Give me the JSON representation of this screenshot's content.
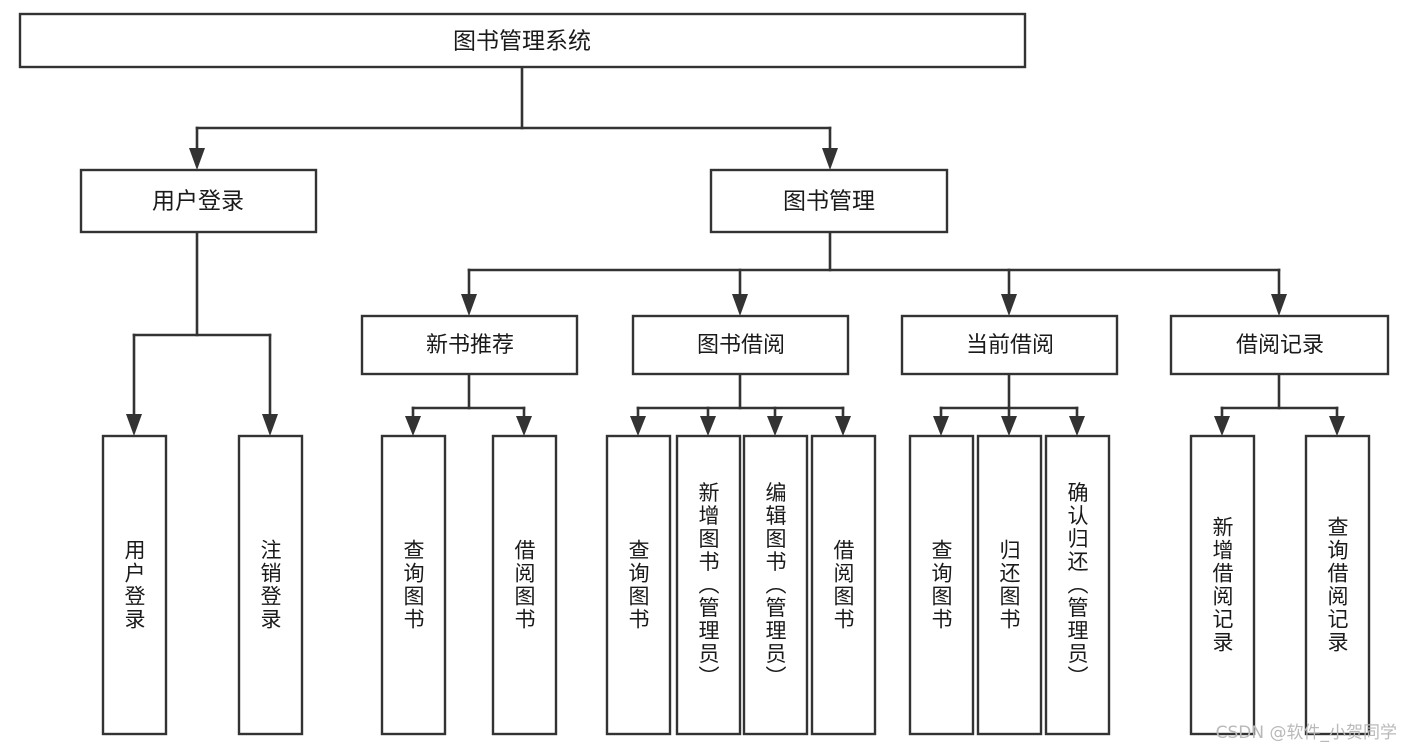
{
  "diagram": {
    "type": "tree",
    "title": "图书管理系统",
    "root": {
      "id": "root",
      "label": "图书管理系统"
    },
    "level2": [
      {
        "id": "user-login",
        "label": "用户登录"
      },
      {
        "id": "book-manage",
        "label": "图书管理"
      }
    ],
    "level3": [
      {
        "id": "new-book-rec",
        "label": "新书推荐",
        "parent": "book-manage"
      },
      {
        "id": "book-borrow",
        "label": "图书借阅",
        "parent": "book-manage"
      },
      {
        "id": "current-borrow",
        "label": "当前借阅",
        "parent": "book-manage"
      },
      {
        "id": "borrow-record",
        "label": "借阅记录",
        "parent": "book-manage"
      }
    ],
    "leaves": [
      {
        "id": "leaf-user-login",
        "label": "用户登录",
        "parent": "user-login"
      },
      {
        "id": "leaf-user-logout",
        "label": "注销登录",
        "parent": "user-login"
      },
      {
        "id": "leaf-rec-query",
        "label": "查询图书",
        "parent": "new-book-rec"
      },
      {
        "id": "leaf-rec-borrow",
        "label": "借阅图书",
        "parent": "new-book-rec"
      },
      {
        "id": "leaf-borrow-query",
        "label": "查询图书",
        "parent": "book-borrow"
      },
      {
        "id": "leaf-borrow-add",
        "label": "新增图书（管理员）",
        "parent": "book-borrow"
      },
      {
        "id": "leaf-borrow-edit",
        "label": "编辑图书（管理员）",
        "parent": "book-borrow"
      },
      {
        "id": "leaf-borrow-lend",
        "label": "借阅图书",
        "parent": "book-borrow"
      },
      {
        "id": "leaf-cur-query",
        "label": "查询图书",
        "parent": "current-borrow"
      },
      {
        "id": "leaf-cur-return",
        "label": "归还图书",
        "parent": "current-borrow"
      },
      {
        "id": "leaf-cur-confirm",
        "label": "确认归还（管理员）",
        "parent": "current-borrow"
      },
      {
        "id": "leaf-rec-add",
        "label": "新增借阅记录",
        "parent": "borrow-record"
      },
      {
        "id": "leaf-rec-search",
        "label": "查询借阅记录",
        "parent": "borrow-record"
      }
    ]
  },
  "watermark": {
    "text": "CSDN @软件_小贺同学"
  },
  "colors": {
    "background": "#ffffff",
    "stroke": "#333333",
    "text": "#1a1a1a",
    "watermark": "#b9b9b9"
  }
}
